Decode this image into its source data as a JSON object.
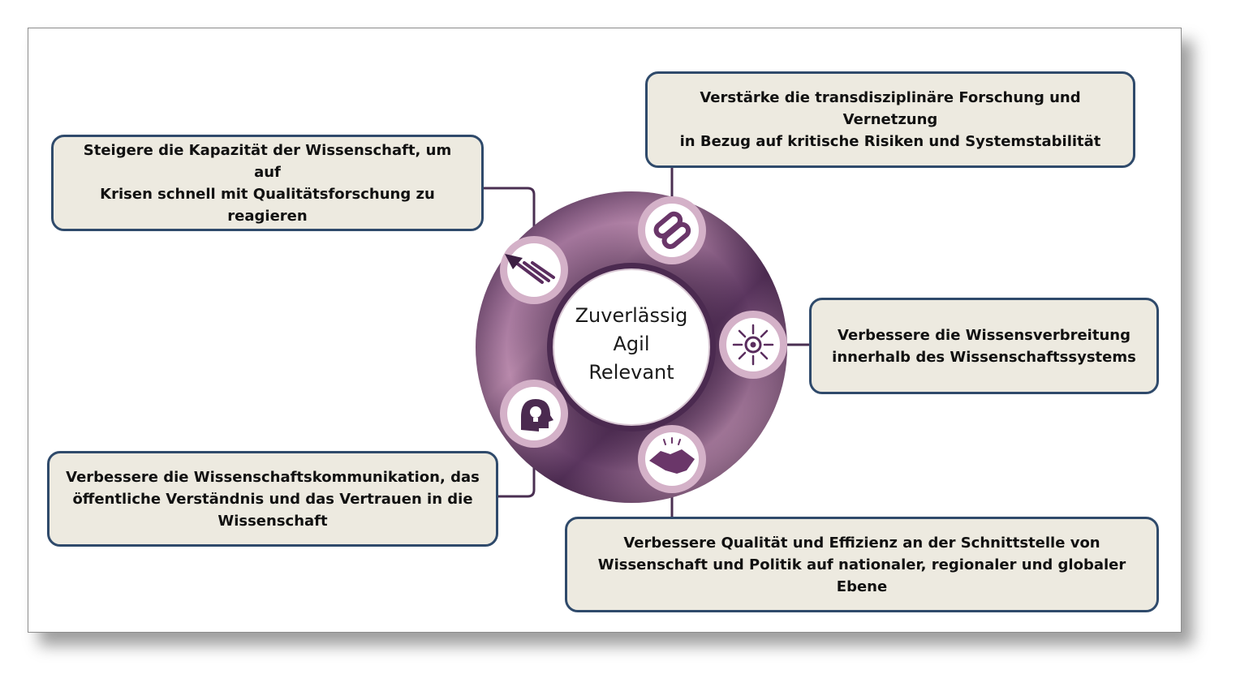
{
  "center": {
    "lines": [
      "Zuverlässig",
      "Agil",
      "Relevant"
    ]
  },
  "goals": [
    {
      "id": "capacity",
      "text": "Steigere die Kapazität der Wissenschaft, um auf\nKrisen schnell mit Qualitätsforschung zu reagieren",
      "icon": "arrow-icon"
    },
    {
      "id": "research",
      "text": "Verstärke die transdisziplinäre Forschung und Vernetzung\nin Bezug auf kritische Risiken und Systemstabilität",
      "icon": "link-icon"
    },
    {
      "id": "dissemination",
      "text": "Verbessere die Wissensverbreitung\ninnerhalb des Wissenschaftssystems",
      "icon": "radiating-target-icon"
    },
    {
      "id": "interface",
      "text": "Verbessere Qualität und Effizienz an der Schnittstelle von\nWissenschaft und Politik auf nationaler, regionaler und globaler Ebene",
      "icon": "handshake-icon"
    },
    {
      "id": "communication",
      "text": "Verbessere die Wissenschaftskommunikation, das\nöffentliche Verständnis und das Vertrauen in die\nWissenschaft",
      "icon": "head-lightbulb-icon"
    }
  ],
  "colors": {
    "box_fill": "#edeae0",
    "box_border": "#2f4a6b",
    "ring_dark": "#5e3a63",
    "ring_light": "#c9a3bf",
    "connector": "#4a2f52"
  }
}
